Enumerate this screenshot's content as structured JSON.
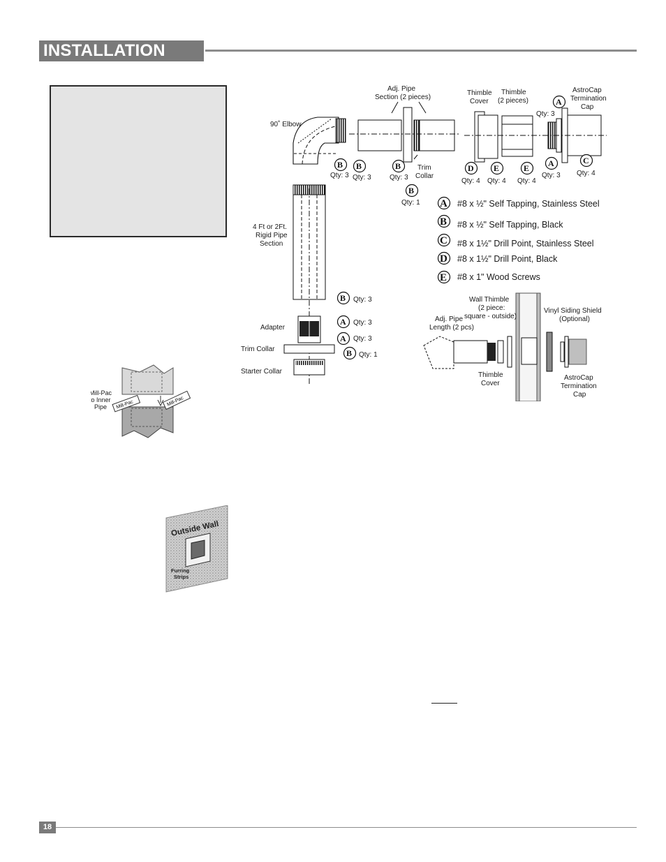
{
  "header": {
    "title": "INSTALLATION"
  },
  "footer": {
    "page_number": "18"
  },
  "left_figures": {
    "millpac": {
      "label_line1": "Mill-Pac",
      "label_line2": "to Inner",
      "label_line3": "Pipe",
      "tag": "Mill-Pac"
    },
    "outside_wall": {
      "title": "Outside Wall",
      "furring_line1": "Furring",
      "furring_line2": "Strips"
    }
  },
  "vertical_assembly": {
    "elbow": "90˚ Elbow",
    "rigid_pipe": [
      "4 Ft or 2Ft.",
      "Rigid Pipe",
      "Section"
    ],
    "adapter": "Adapter",
    "trim_collar": "Trim Collar",
    "starter_collar": "Starter Collar",
    "qty_3": "Qty: 3",
    "qty_1": "Qty: 1",
    "qty_4": "Qty: 4"
  },
  "horizontal_assembly": {
    "adj_pipe": [
      "Adj. Pipe",
      "Section (2 pieces)"
    ],
    "trim_collar": [
      "Trim",
      "Collar"
    ],
    "thimble_cover": [
      "Thimble",
      "Cover"
    ],
    "thimble": [
      "Thimble",
      "(2 pieces)"
    ],
    "astrocap": [
      "AstroCap",
      "Termination",
      "Cap"
    ]
  },
  "legend": [
    {
      "letter": "A",
      "text": "#8 x ½\" Self Tapping, Stainless Steel"
    },
    {
      "letter": "B",
      "text": "#8 x ½\" Self Tapping, Black"
    },
    {
      "letter": "C",
      "text": "#8 x 1½\" Drill Point, Stainless Steel"
    },
    {
      "letter": "D",
      "text": "#8 x 1½\" Drill Point, Black"
    },
    {
      "letter": "E",
      "text": "#8 x 1\" Wood Screws"
    }
  ],
  "wall_diagram": {
    "wall_thimble": [
      "Wall Thimble",
      "(2 piece:",
      "square - outside)"
    ],
    "adj_pipe_length": [
      "Adj. Pipe",
      "Length (2 pcs)"
    ],
    "vinyl_shield": [
      "Vinyl Siding Shield",
      "(Optional)"
    ],
    "thimble_cover": [
      "Thimble",
      "Cover"
    ],
    "astrocap": [
      "AstroCap",
      "Termination",
      "Cap"
    ]
  },
  "badge_letters": {
    "A": "A",
    "B": "B",
    "C": "C",
    "D": "D",
    "E": "E"
  }
}
